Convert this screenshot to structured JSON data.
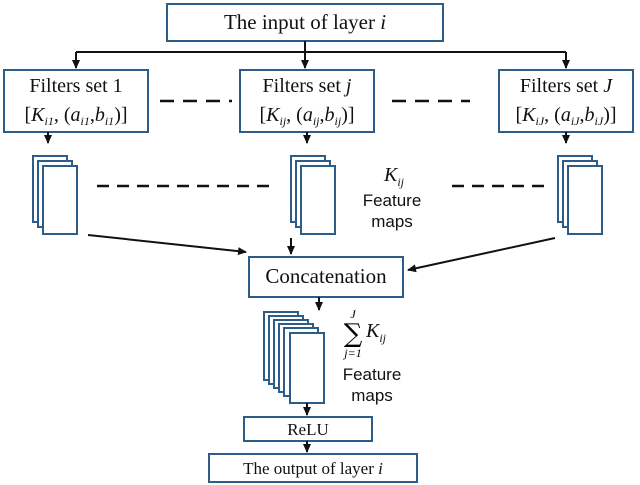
{
  "input_box": {
    "text": "The input of layer ",
    "var": "i"
  },
  "filters": [
    {
      "title": "Filters set ",
      "index": "1",
      "index_italic": false,
      "k_sub": "i1",
      "a_sub": "i1",
      "b_sub": "i1"
    },
    {
      "title": "Filters set ",
      "index": "j",
      "index_italic": true,
      "k_sub": "ij",
      "a_sub": "ij",
      "b_sub": "ij"
    },
    {
      "title": "Filters set ",
      "index": "J",
      "index_italic": true,
      "k_sub": "iJ",
      "a_sub": "iJ",
      "b_sub": "iJ"
    }
  ],
  "feature_label": {
    "k": "K",
    "k_sub": "ij",
    "line1": "Feature",
    "line2": "maps"
  },
  "concat_box": {
    "text": "Concatenation"
  },
  "sum_label": {
    "upper": "J",
    "lower": "j=1",
    "k": "K",
    "k_sub": "ij",
    "line1": "Feature",
    "line2": "maps"
  },
  "relu_box": {
    "text": "ReLU"
  },
  "output_box": {
    "text": "The output of layer ",
    "var": "i"
  },
  "colors": {
    "box_border": "#2e5c88",
    "arrow": "#111111",
    "text": "#111111"
  }
}
